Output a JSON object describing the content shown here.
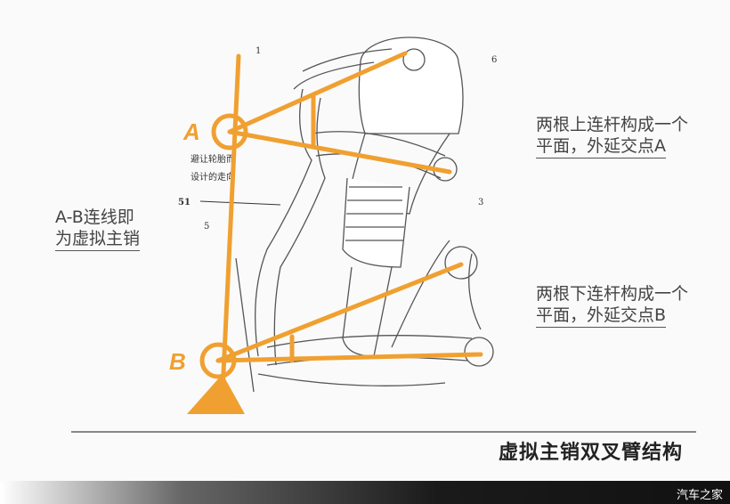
{
  "diagram": {
    "point_a": "A",
    "point_b": "B",
    "part_labels": [
      "1",
      "6",
      "3",
      "5",
      "51"
    ],
    "annotation_line1": "避让轮胎而",
    "annotation_line2": "设计的走向"
  },
  "notes": {
    "left": [
      "A-B连线即",
      "为虚拟主销"
    ],
    "upper_right": [
      "两根上连杆构成一个",
      "平面，外延交点A"
    ],
    "lower_right": [
      "两根下连杆构成一个",
      "平面，外延交点B"
    ]
  },
  "title": "虚拟主销双叉臂结构",
  "watermark": "汽车之家",
  "colors": {
    "accent": "#f0a030",
    "text": "#444444"
  }
}
